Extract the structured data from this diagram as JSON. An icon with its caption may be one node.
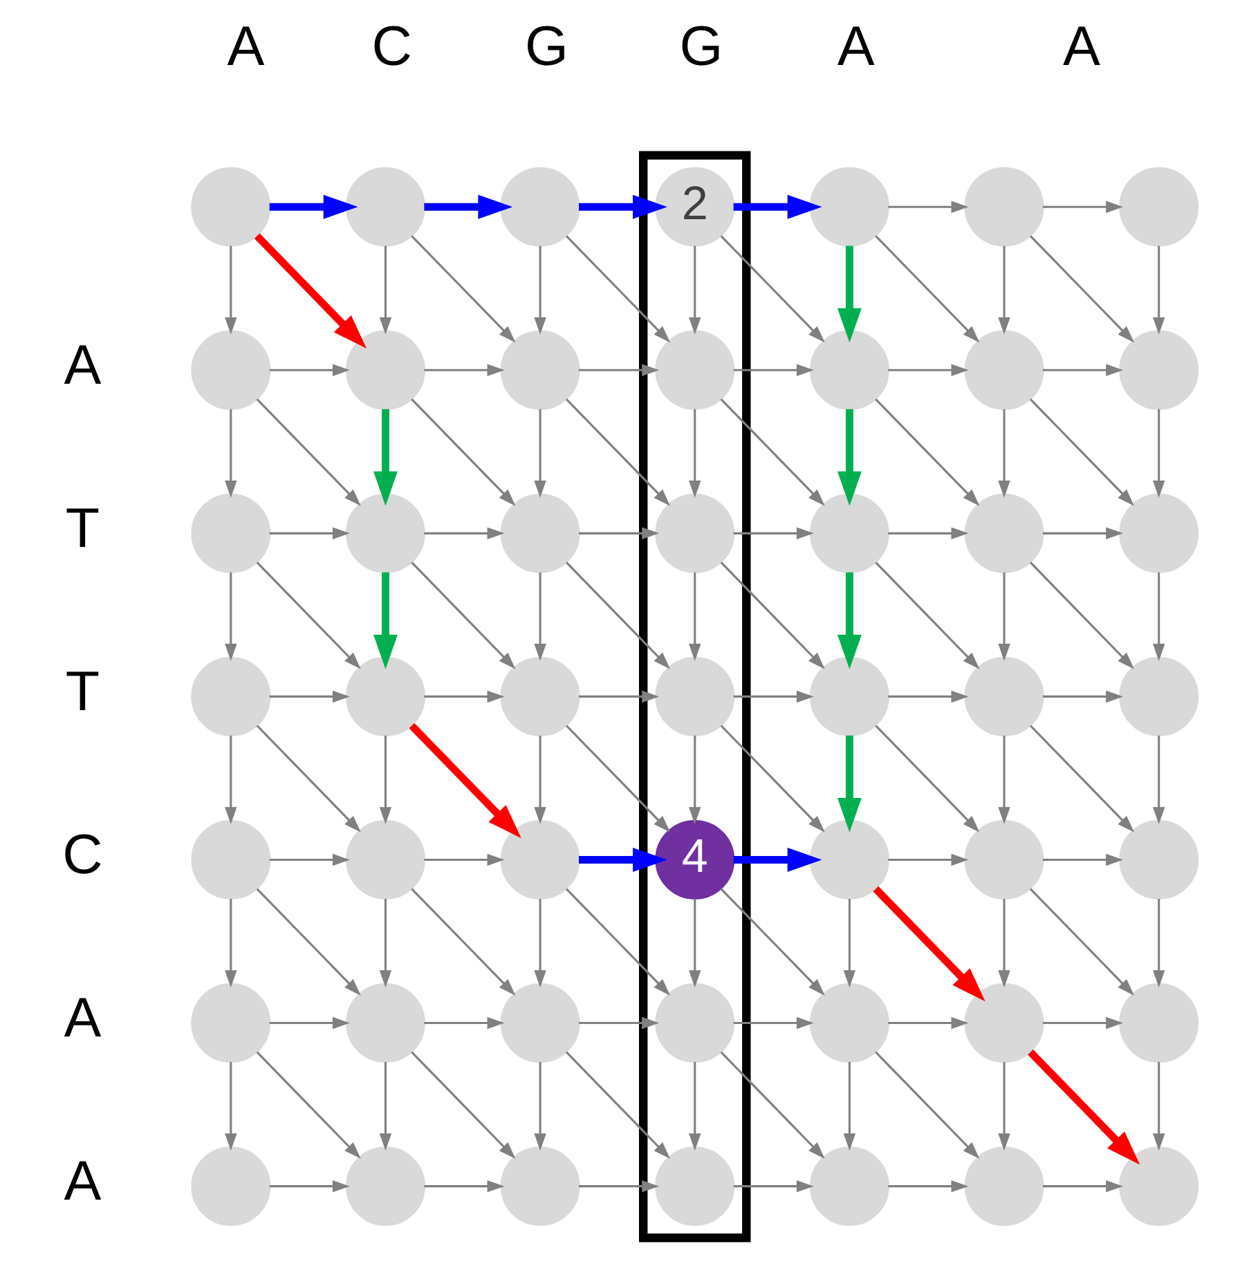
{
  "diagram": {
    "nodes": [
      {
        "text": [],
        "shape": "box"
      },
      {
        "text": [],
        "shape": "circle"
      },
      {
        "text": [],
        "shape": "circle"
      },
      {
        "text": [],
        "shape": "circle"
      },
      {
        "text": [
          "2"
        ],
        "in": 0
      },
      {
        "text": [],
        "shape": "circle"
      },
      {
        "text": [],
        "shape": "circle"
      },
      {
        "text": [],
        "shape": "circle"
      },
      {
        "text": [],
        "shape": "circle"
      },
      {
        "text": [],
        "shape": "circle"
      },
      {
        "text": [],
        "shape": "circle"
      },
      {
        "text": [],
        "shape": "circle",
        "in": 0
      },
      {
        "text": [],
        "shape": "circle"
      },
      {
        "text": [],
        "shape": "circle"
      },
      {
        "text": [],
        "shape": "circle"
      },
      {
        "text": [],
        "shape": "circle"
      },
      {
        "text": [],
        "shape": "circle"
      },
      {
        "text": [],
        "shape": "circle"
      },
      {
        "text": [],
        "shape": "circle",
        "in": 0
      },
      {
        "text": [],
        "shape": "circle"
      },
      {
        "text": [],
        "shape": "circle"
      },
      {
        "text": [],
        "shape": "circle"
      },
      {
        "text": [],
        "shape": "circle"
      },
      {
        "text": [],
        "shape": "circle"
      },
      {
        "text": [],
        "shape": "circle"
      },
      {
        "text": [],
        "shape": "circle",
        "in": 0
      },
      {
        "text": [],
        "shape": "circle"
      },
      {
        "text": [],
        "shape": "circle"
      },
      {
        "text": [],
        "shape": "circle"
      },
      {
        "text": [],
        "shape": "circle"
      },
      {
        "text": [],
        "shape": "circle"
      },
      {
        "text": [],
        "shape": "circle"
      },
      {
        "text": [
          "4"
        ],
        "in": 0
      },
      {
        "text": [],
        "shape": "circle"
      },
      {
        "text": [],
        "shape": "circle"
      },
      {
        "text": [],
        "shape": "circle"
      },
      {
        "text": [],
        "shape": "circle"
      },
      {
        "text": [],
        "shape": "circle"
      },
      {
        "text": [],
        "shape": "circle"
      },
      {
        "text": [],
        "shape": "circle",
        "in": 0
      },
      {
        "text": [],
        "shape": "circle"
      },
      {
        "text": [],
        "shape": "circle"
      },
      {
        "text": [],
        "shape": "circle"
      },
      {
        "text": [],
        "shape": "circle"
      },
      {
        "text": [],
        "shape": "circle"
      },
      {
        "text": [],
        "shape": "circle"
      },
      {
        "text": [],
        "shape": "circle",
        "in": 0
      },
      {
        "text": [],
        "shape": "circle"
      },
      {
        "text": [],
        "shape": "circle"
      },
      {
        "text": [],
        "shape": "circle"
      }
    ],
    "edges": [
      {
        "from": 1,
        "to": 2,
        "arrow": "to",
        "style": "thick",
        "color": "#0000ff"
      },
      {
        "from": 1,
        "to": 8,
        "arrow": "to"
      },
      {
        "from": 1,
        "to": 9,
        "arrow": "to",
        "style": "thick",
        "color": "#ff0000"
      },
      {
        "from": 2,
        "to": 3,
        "arrow": "to",
        "style": "thick",
        "color": "#0000ff"
      },
      {
        "from": 2,
        "to": 9,
        "arrow": "to"
      },
      {
        "from": 2,
        "to": 10,
        "arrow": "to"
      },
      {
        "from": 3,
        "to": 4,
        "arrow": "to",
        "style": "thick",
        "color": "#0000ff"
      },
      {
        "from": 3,
        "to": 10,
        "arrow": "to"
      },
      {
        "from": 3,
        "to": 11,
        "arrow": "to"
      },
      {
        "from": 4,
        "to": 5,
        "arrow": "to",
        "style": "thick",
        "color": "#0000ff"
      },
      {
        "from": 4,
        "to": 11,
        "arrow": "to"
      },
      {
        "from": 4,
        "to": 12,
        "arrow": "to"
      },
      {
        "from": 5,
        "to": 6,
        "arrow": "to"
      },
      {
        "from": 5,
        "to": 12,
        "arrow": "to",
        "style": "thick",
        "color": "#00b050"
      },
      {
        "from": 5,
        "to": 13,
        "arrow": "to"
      },
      {
        "from": 6,
        "to": 7,
        "arrow": "to"
      },
      {
        "from": 6,
        "to": 13,
        "arrow": "to"
      },
      {
        "from": 6,
        "to": 14,
        "arrow": "to"
      },
      {
        "from": 7,
        "to": 14,
        "arrow": "to"
      },
      {
        "from": 8,
        "to": 9,
        "arrow": "to"
      },
      {
        "from": 8,
        "to": 15,
        "arrow": "to"
      },
      {
        "from": 8,
        "to": 16,
        "arrow": "to"
      },
      {
        "from": 9,
        "to": 10,
        "arrow": "to"
      },
      {
        "from": 9,
        "to": 16,
        "arrow": "to",
        "style": "thick",
        "color": "#00b050"
      },
      {
        "from": 9,
        "to": 17,
        "arrow": "to"
      },
      {
        "from": 10,
        "to": 11,
        "arrow": "to"
      },
      {
        "from": 10,
        "to": 17,
        "arrow": "to"
      },
      {
        "from": 10,
        "to": 18,
        "arrow": "to"
      },
      {
        "from": 11,
        "to": 12,
        "arrow": "to"
      },
      {
        "from": 11,
        "to": 18,
        "arrow": "to"
      },
      {
        "from": 11,
        "to": 19,
        "arrow": "to"
      },
      {
        "from": 12,
        "to": 13,
        "arrow": "to"
      },
      {
        "from": 12,
        "to": 19,
        "arrow": "to",
        "style": "thick",
        "color": "#00b050"
      },
      {
        "from": 12,
        "to": 20,
        "arrow": "to"
      },
      {
        "from": 13,
        "to": 14,
        "arrow": "to"
      },
      {
        "from": 13,
        "to": 20,
        "arrow": "to"
      },
      {
        "from": 13,
        "to": 21,
        "arrow": "to"
      },
      {
        "from": 14,
        "to": 21,
        "arrow": "to"
      },
      {
        "from": 15,
        "to": 16,
        "arrow": "to"
      },
      {
        "from": 15,
        "to": 22,
        "arrow": "to"
      },
      {
        "from": 15,
        "to": 23,
        "arrow": "to"
      },
      {
        "from": 16,
        "to": 17,
        "arrow": "to"
      },
      {
        "from": 16,
        "to": 23,
        "arrow": "to",
        "style": "thick",
        "color": "#00b050"
      },
      {
        "from": 16,
        "to": 24,
        "arrow": "to"
      },
      {
        "from": 17,
        "to": 18,
        "arrow": "to"
      },
      {
        "from": 17,
        "to": 24,
        "arrow": "to"
      },
      {
        "from": 17,
        "to": 25,
        "arrow": "to"
      },
      {
        "from": 18,
        "to": 19,
        "arrow": "to"
      },
      {
        "from": 18,
        "to": 25,
        "arrow": "to"
      },
      {
        "from": 18,
        "to": 26,
        "arrow": "to"
      },
      {
        "from": 19,
        "to": 20,
        "arrow": "to"
      },
      {
        "from": 19,
        "to": 26,
        "arrow": "to",
        "style": "thick",
        "color": "#00b050"
      },
      {
        "from": 19,
        "to": 27,
        "arrow": "to"
      },
      {
        "from": 20,
        "to": 21,
        "arrow": "to"
      },
      {
        "from": 20,
        "to": 27,
        "arrow": "to"
      },
      {
        "from": 20,
        "to": 28,
        "arrow": "to"
      },
      {
        "from": 21,
        "to": 28,
        "arrow": "to"
      },
      {
        "from": 22,
        "to": 23,
        "arrow": "to"
      },
      {
        "from": 22,
        "to": 29,
        "arrow": "to"
      },
      {
        "from": 22,
        "to": 30,
        "arrow": "to"
      },
      {
        "from": 23,
        "to": 24,
        "arrow": "to"
      },
      {
        "from": 23,
        "to": 30,
        "arrow": "to"
      },
      {
        "from": 23,
        "to": 31,
        "arrow": "to",
        "style": "thick",
        "color": "#ff0000"
      },
      {
        "from": 24,
        "to": 25,
        "arrow": "to"
      },
      {
        "from": 24,
        "to": 31,
        "arrow": "to"
      },
      {
        "from": 24,
        "to": 32,
        "arrow": "to"
      },
      {
        "from": 25,
        "to": 26,
        "arrow": "to"
      },
      {
        "from": 25,
        "to": 32,
        "arrow": "to"
      },
      {
        "from": 25,
        "to": 33,
        "arrow": "to"
      },
      {
        "from": 26,
        "to": 27,
        "arrow": "to"
      },
      {
        "from": 26,
        "to": 33,
        "arrow": "to",
        "style": "thick",
        "color": "#00b050"
      },
      {
        "from": 26,
        "to": 34,
        "arrow": "to"
      },
      {
        "from": 27,
        "to": 28,
        "arrow": "to"
      },
      {
        "from": 27,
        "to": 34,
        "arrow": "to"
      },
      {
        "from": 27,
        "to": 35,
        "arrow": "to"
      },
      {
        "from": 28,
        "to": 35,
        "arrow": "to"
      },
      {
        "from": 29,
        "to": 30,
        "arrow": "to"
      },
      {
        "from": 29,
        "to": 36,
        "arrow": "to"
      },
      {
        "from": 29,
        "to": 37,
        "arrow": "to"
      },
      {
        "from": 30,
        "to": 31,
        "arrow": "to"
      },
      {
        "from": 30,
        "to": 37,
        "arrow": "to"
      },
      {
        "from": 30,
        "to": 38,
        "arrow": "to"
      },
      {
        "from": 31,
        "to": 32,
        "arrow": "to",
        "style": "thick",
        "color": "#0000ff"
      },
      {
        "from": 31,
        "to": 38,
        "arrow": "to"
      },
      {
        "from": 31,
        "to": 39,
        "arrow": "to"
      },
      {
        "from": 32,
        "to": 33,
        "arrow": "to",
        "style": "thick",
        "color": "#0000ff"
      },
      {
        "from": 32,
        "to": 39,
        "arrow": "to"
      },
      {
        "from": 32,
        "to": 40,
        "arrow": "to"
      },
      {
        "from": 33,
        "to": 34,
        "arrow": "to"
      },
      {
        "from": 33,
        "to": 40,
        "arrow": "to"
      },
      {
        "from": 33,
        "to": 41,
        "arrow": "to",
        "style": "thick",
        "color": "#ff0000"
      },
      {
        "from": 34,
        "to": 35,
        "arrow": "to"
      },
      {
        "from": 34,
        "to": 41,
        "arrow": "to"
      },
      {
        "from": 34,
        "to": 42,
        "arrow": "to"
      },
      {
        "from": 35,
        "to": 42,
        "arrow": "to"
      },
      {
        "from": 36,
        "to": 37,
        "arrow": "to"
      },
      {
        "from": 36,
        "to": 43,
        "arrow": "to"
      },
      {
        "from": 36,
        "to": 44,
        "arrow": "to"
      },
      {
        "from": 37,
        "to": 38,
        "arrow": "to"
      },
      {
        "from": 37,
        "to": 44,
        "arrow": "to"
      },
      {
        "from": 37,
        "to": 45,
        "arrow": "to"
      },
      {
        "from": 38,
        "to": 39,
        "arrow": "to"
      },
      {
        "from": 38,
        "to": 45,
        "arrow": "to"
      },
      {
        "from": 38,
        "to": 46,
        "arrow": "to"
      },
      {
        "from": 39,
        "to": 40,
        "arrow": "to"
      },
      {
        "from": 39,
        "to": 46,
        "arrow": "to"
      },
      {
        "from": 39,
        "to": 47,
        "arrow": "to"
      },
      {
        "from": 40,
        "to": 41,
        "arrow": "to"
      },
      {
        "from": 40,
        "to": 47,
        "arrow": "to"
      },
      {
        "from": 40,
        "to": 48,
        "arrow": "to"
      },
      {
        "from": 41,
        "to": 42,
        "arrow": "to"
      },
      {
        "from": 41,
        "to": 48,
        "arrow": "to"
      },
      {
        "from": 41,
        "to": 49,
        "arrow": "to",
        "style": "thick",
        "color": "#ff0000"
      },
      {
        "from": 42,
        "to": 49,
        "arrow": "to"
      },
      {
        "from": 43,
        "to": 44,
        "arrow": "to"
      },
      {
        "from": 44,
        "to": 45,
        "arrow": "to"
      },
      {
        "from": 45,
        "to": 46,
        "arrow": "to"
      },
      {
        "from": 46,
        "to": 47,
        "arrow": "to"
      },
      {
        "from": 47,
        "to": 48,
        "arrow": "to"
      },
      {
        "from": 48,
        "to": 49,
        "arrow": "to"
      }
    ],
    "labels": [
      "A",
      "C",
      "G",
      "G",
      "A",
      "A",
      "A",
      "T",
      "T",
      "C",
      "A",
      "A"
    ]
  }
}
